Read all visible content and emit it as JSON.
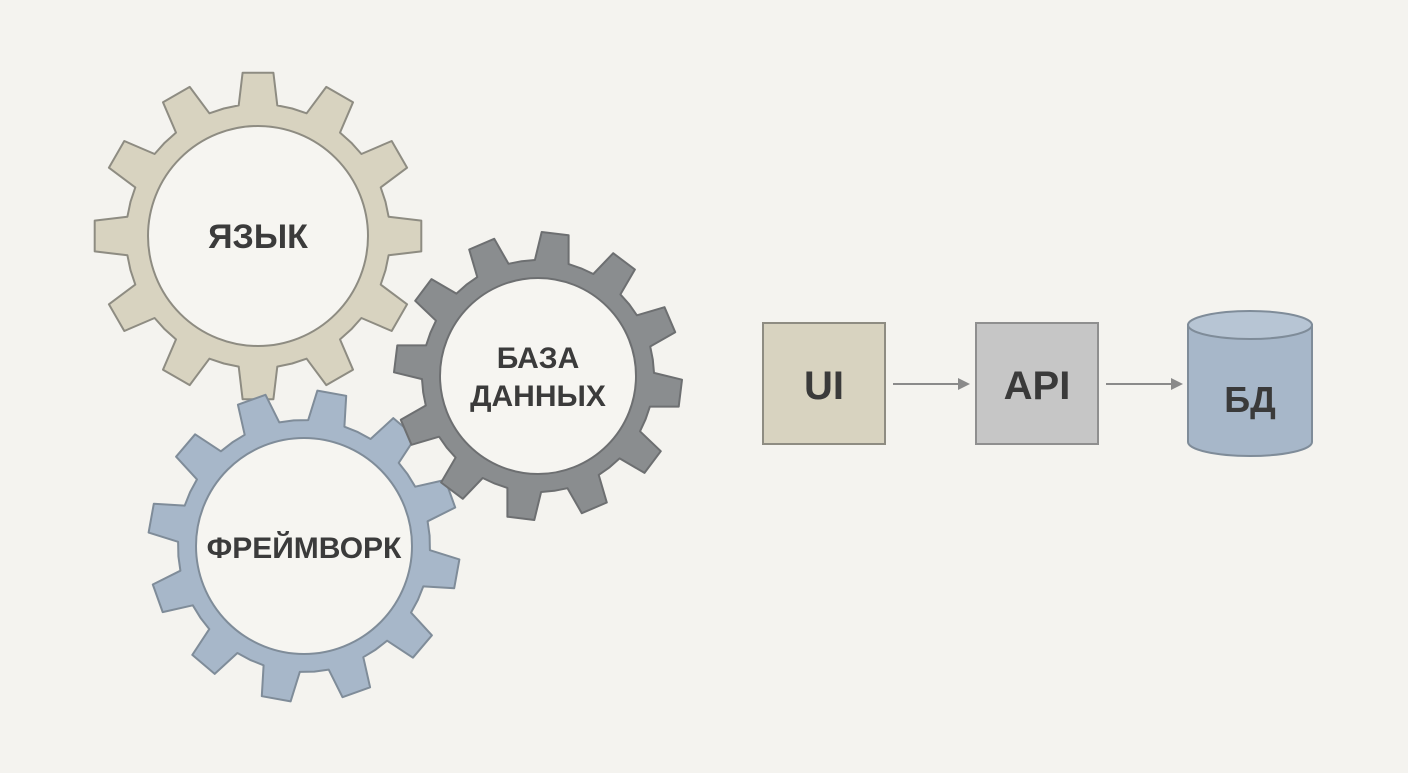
{
  "gears": [
    {
      "id": "language",
      "label_lines": [
        "ЯЗЫК"
      ],
      "color": "#d8d3c0",
      "stroke": "#8e8c82"
    },
    {
      "id": "database",
      "label_lines": [
        "БАЗА",
        "ДАННЫХ"
      ],
      "color": "#8a8d8f",
      "stroke": "#6d6f71"
    },
    {
      "id": "framework",
      "label_lines": [
        "ФРЕЙМВОРК"
      ],
      "color": "#a7b7c9",
      "stroke": "#7f8c99"
    }
  ],
  "flow": {
    "ui": {
      "label": "UI",
      "color": "#d8d3c0"
    },
    "api": {
      "label": "API",
      "color": "#c6c6c6"
    },
    "db": {
      "label": "БД",
      "color": "#a7b7c9"
    },
    "arrow_color": "#8a8a8a"
  }
}
